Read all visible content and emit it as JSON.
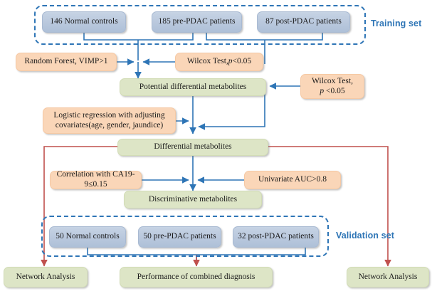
{
  "diagram": {
    "title": "PDAC metabolomics study workflow",
    "colors": {
      "cohort_box": "#b9c8dd",
      "method_box": "#fad6b8",
      "result_box": "#dde5c6",
      "training_connector": "#2e75b6",
      "validation_connector": "#c0504d",
      "group_label": "#2e75b6"
    },
    "groups": {
      "training": {
        "label": "Training set"
      },
      "validation": {
        "label": "Validation set"
      }
    },
    "training_cohorts": [
      {
        "id": "normal-controls",
        "label": "146 Normal controls"
      },
      {
        "id": "pre-pdac",
        "label": "185 pre-PDAC patients"
      },
      {
        "id": "post-pdac",
        "label": "87 post-PDAC patients"
      }
    ],
    "validation_cohorts": [
      {
        "id": "normal-controls",
        "label": "50 Normal controls"
      },
      {
        "id": "pre-pdac",
        "label": "50 pre-PDAC patients"
      },
      {
        "id": "post-pdac",
        "label": "32 post-PDAC patients"
      }
    ],
    "methods": {
      "random_forest": "Random Forest, VIMP>1",
      "wilcox_top": {
        "prefix": "Wilcox Test, ",
        "p": "p",
        "value": " <0.05"
      },
      "wilcox_right": {
        "line1": "Wilcox Test,",
        "p": "p",
        "value": " <0.05"
      },
      "logistic": {
        "line1": "Logistic regression with adjusting",
        "line2": "covariates(age, gender, jaundice)"
      },
      "correlation": "Correlation with CA19-9≤0.15",
      "univariate": "Univariate AUC>0.8"
    },
    "results": {
      "potential": "Potential differential metabolites",
      "differential": "Differential metabolites",
      "discriminative": "Discriminative metabolites"
    },
    "outputs": [
      {
        "id": "network-left",
        "label": "Network Analysis"
      },
      {
        "id": "combined-diagnosis",
        "label": "Performance of combined diagnosis"
      },
      {
        "id": "network-right",
        "label": "Network Analysis"
      }
    ]
  }
}
